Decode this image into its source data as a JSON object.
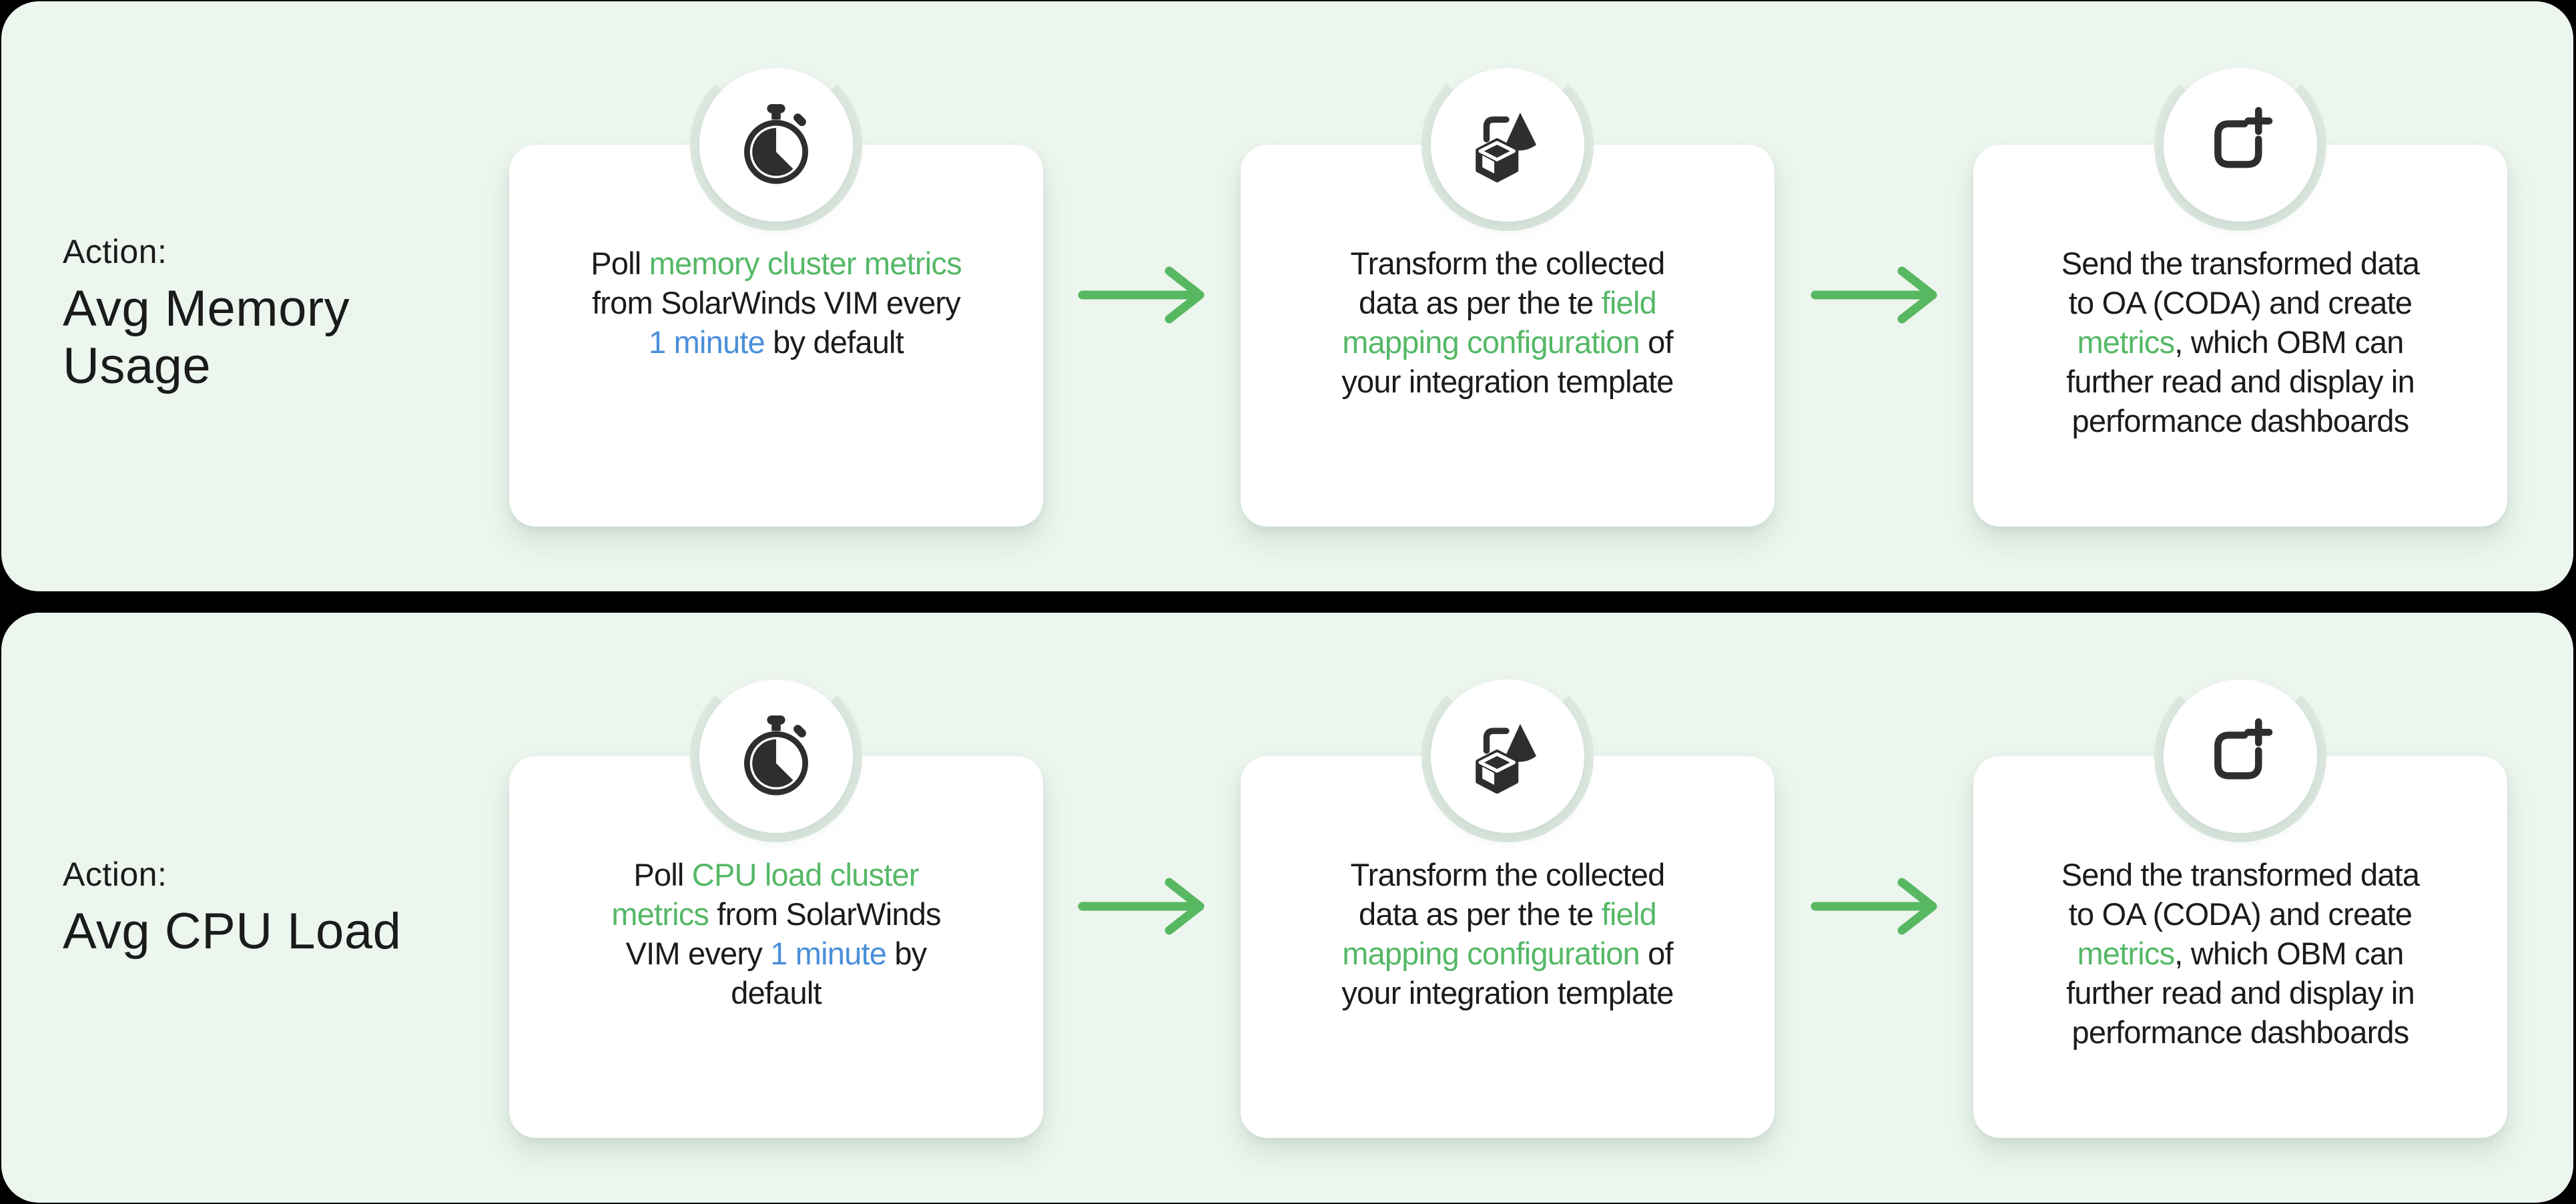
{
  "colors": {
    "background": "#000000",
    "panel": "#ecf5ee",
    "card": "#ffffff",
    "badge_ring": "#dde8e0",
    "icon": "#2e2e2e",
    "text_dark": "#1b1b1b",
    "text_green": "#55b866",
    "text_blue": "#4a8fd9",
    "arrow_green": "#58b862"
  },
  "panels": [
    {
      "action_kicker": "Action:",
      "action_name": "Avg Memory\nUsage",
      "cards": [
        {
          "icon": "stopwatch-icon",
          "lines": [
            [
              {
                "t": "Poll ",
                "c": "dark"
              },
              {
                "t": "memory cluster metrics",
                "c": "green"
              }
            ],
            [
              {
                "t": "from SolarWinds VIM every",
                "c": "dark"
              }
            ],
            [
              {
                "t": "1 minute",
                "c": "blue"
              },
              {
                "t": " by default",
                "c": "dark"
              }
            ]
          ]
        },
        {
          "icon": "shapes-transform-icon",
          "lines": [
            [
              {
                "t": "Transform the collected",
                "c": "dark"
              }
            ],
            [
              {
                "t": "data as per the te ",
                "c": "dark"
              },
              {
                "t": "field",
                "c": "green"
              }
            ],
            [
              {
                "t": "mapping configuration",
                "c": "green"
              },
              {
                "t": " of",
                "c": "dark"
              }
            ],
            [
              {
                "t": "your integration template",
                "c": "dark"
              }
            ]
          ]
        },
        {
          "icon": "create-new-plus-icon",
          "lines": [
            [
              {
                "t": "Send the transformed data",
                "c": "dark"
              }
            ],
            [
              {
                "t": "to OA (CODA) and create",
                "c": "dark"
              }
            ],
            [
              {
                "t": "metrics",
                "c": "green"
              },
              {
                "t": ", which OBM can",
                "c": "dark"
              }
            ],
            [
              {
                "t": "further read and display in",
                "c": "dark"
              }
            ],
            [
              {
                "t": "performance dashboards",
                "c": "dark"
              }
            ]
          ]
        }
      ]
    },
    {
      "action_kicker": "Action:",
      "action_name": "Avg CPU Load",
      "cards": [
        {
          "icon": "stopwatch-icon",
          "lines": [
            [
              {
                "t": "Poll ",
                "c": "dark"
              },
              {
                "t": "CPU load cluster",
                "c": "green"
              }
            ],
            [
              {
                "t": "metrics",
                "c": "green"
              },
              {
                "t": " from SolarWinds",
                "c": "dark"
              }
            ],
            [
              {
                "t": "VIM every ",
                "c": "dark"
              },
              {
                "t": "1 minute",
                "c": "blue"
              },
              {
                "t": " by",
                "c": "dark"
              }
            ],
            [
              {
                "t": "default",
                "c": "dark"
              }
            ]
          ]
        },
        {
          "icon": "shapes-transform-icon",
          "lines": [
            [
              {
                "t": "Transform the collected",
                "c": "dark"
              }
            ],
            [
              {
                "t": "data as per the te ",
                "c": "dark"
              },
              {
                "t": "field",
                "c": "green"
              }
            ],
            [
              {
                "t": "mapping configuration",
                "c": "green"
              },
              {
                "t": " of",
                "c": "dark"
              }
            ],
            [
              {
                "t": "your integration template",
                "c": "dark"
              }
            ]
          ]
        },
        {
          "icon": "create-new-plus-icon",
          "lines": [
            [
              {
                "t": "Send the transformed data",
                "c": "dark"
              }
            ],
            [
              {
                "t": "to OA (CODA) and create",
                "c": "dark"
              }
            ],
            [
              {
                "t": "metrics",
                "c": "green"
              },
              {
                "t": ", which OBM can",
                "c": "dark"
              }
            ],
            [
              {
                "t": "further read and display in",
                "c": "dark"
              }
            ],
            [
              {
                "t": "performance dashboards",
                "c": "dark"
              }
            ]
          ]
        }
      ]
    }
  ]
}
